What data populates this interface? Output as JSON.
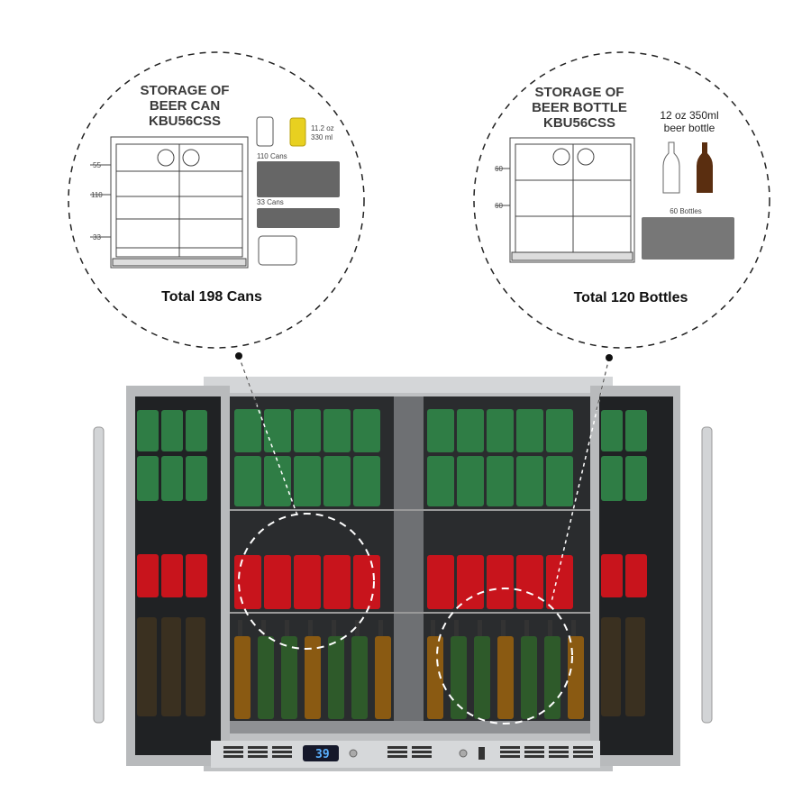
{
  "can_callout": {
    "title_lines": [
      "STORAGE OF",
      "BEER CAN",
      "KBU56CSS"
    ],
    "can_size_lines": [
      "11.2 oz",
      "330 ml"
    ],
    "tray_top_label": "110 Cans",
    "tray_bottom_label": "33 Cans",
    "shelf_labels": [
      "55",
      "110",
      "33"
    ],
    "total": "Total 198 Cans"
  },
  "bottle_callout": {
    "title_lines": [
      "STORAGE OF",
      "BEER BOTTLE",
      "KBU56CSS"
    ],
    "bottle_size_lines": [
      "12 oz 350ml",
      "beer bottle"
    ],
    "tray_label": "60 Bottles",
    "shelf_labels": [
      "60",
      "60"
    ],
    "total": "Total 120 Bottles"
  },
  "fridge": {
    "display_temperature": "39",
    "colors": {
      "steel": "#c9cbcd",
      "glass": "#1c1e20",
      "green_can": "#2f7d45",
      "red_can": "#c8141c",
      "amber_bottle": "#8a5a12"
    }
  }
}
